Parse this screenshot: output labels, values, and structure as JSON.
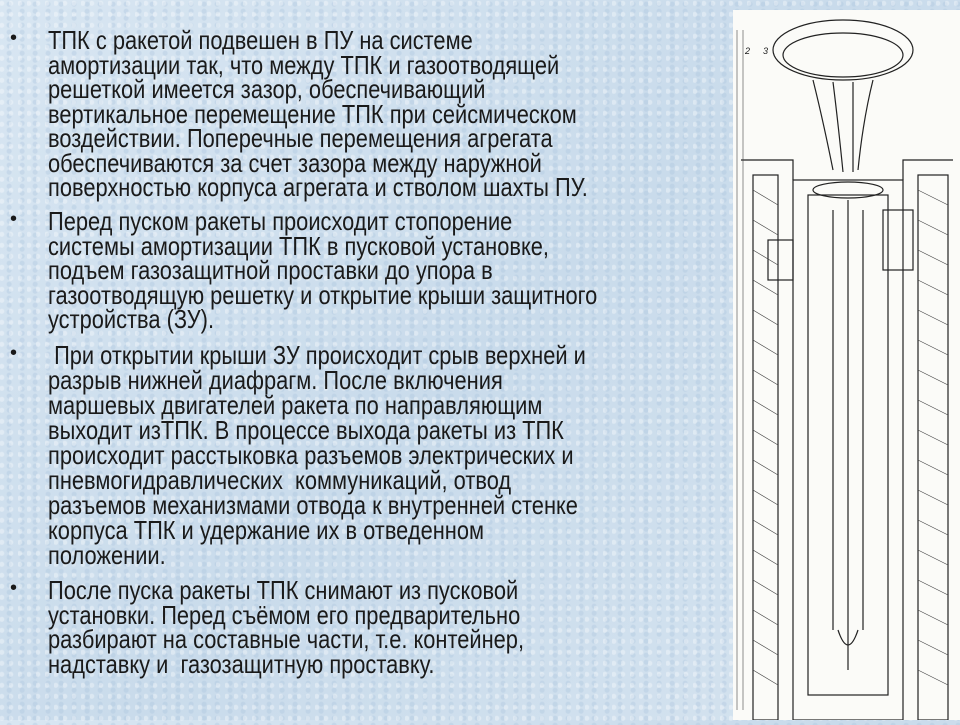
{
  "slide": {
    "bullet_glyph": "•",
    "bullets": [
      {
        "lines": [
          "ТПК с ракетой подвешен в ПУ на системе",
          "амортизации так, что между ТПК и газоотводящей",
          "решеткой имеется зазор, обеспечивающий",
          "вертикальное перемещение ТПК при сейсмическом",
          "воздействии. Поперечные перемещения агрегата",
          "обеспечиваются за счет зазора между наружной",
          "поверхностью корпуса агрегата и стволом шахты ПУ."
        ]
      },
      {
        "lines": [
          "Перед пуском ракеты происходит стопорение",
          "системы амортизации ТПК в пусковой установке,",
          "подъем газозащитной проставки до упора в",
          "газоотводящую решетку и открытие крыши защитного",
          "устройства (ЗУ)."
        ]
      },
      {
        "lines": [
          " При открытии крыши ЗУ происходит срыв верхней и",
          "разрыв нижней диафрагм. После включения",
          "маршевых двигателей ракета по направляющим",
          "выходит изТПК. В процессе выхода ракеты из ТПК",
          "происходит расстыковка разъемов электрических и",
          "пневмогидравлических  коммуникаций, отвод",
          "разъемов механизмами отвода к внутренней стенке",
          "корпуса ТПК и удержание их в отведенном",
          "положении."
        ]
      },
      {
        "lines": [
          "После пуска ракеты ТПК снимают из пусковой",
          "установки. Перед съёмом его предварительно",
          "разбирают на составные части, т.е. контейнер,",
          "надставку и  газозащитную проставку."
        ]
      }
    ],
    "figure": {
      "callouts": [
        "2",
        "3"
      ]
    }
  }
}
